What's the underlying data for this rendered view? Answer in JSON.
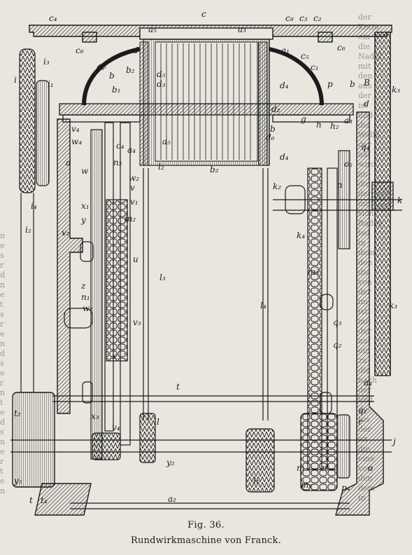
{
  "figure": {
    "number_label": "Fig. 36.",
    "title": "Rundwirkmaschine von Franck."
  },
  "bleed_through": {
    "right_column": [
      "der",
      "Kette",
      "ein",
      "die",
      "Nadel",
      "mit",
      "den",
      "aus",
      "der",
      "ist",
      "und",
      "die",
      "Welle",
      "der",
      "auf",
      "wird",
      "an",
      "die",
      "der",
      "mit",
      "sich",
      "Rades",
      "bei",
      "in",
      "dem",
      "den",
      "die",
      "von",
      "der",
      "im",
      "ist",
      "mit",
      "der",
      "auf",
      "ein",
      "zu",
      "die",
      "nach",
      "der",
      "und",
      "die",
      "bis",
      "der",
      "an",
      "die",
      "eine",
      "von",
      "den",
      "dem",
      "in"
    ],
    "left_column": [
      "n",
      "e",
      "s",
      "r",
      "d",
      "n",
      "e",
      "t",
      "s",
      "r",
      "e",
      "n",
      "d",
      "s",
      "e",
      "r",
      "n",
      "t",
      "e",
      "d",
      "s",
      "n",
      "e",
      "r",
      "t",
      "e",
      "n"
    ]
  },
  "labels": [
    {
      "id": "c4-top",
      "text": "c₄"
    },
    {
      "id": "c-top",
      "text": "c"
    },
    {
      "id": "c8",
      "text": "c₈"
    },
    {
      "id": "c3",
      "text": "c₃"
    },
    {
      "id": "c2",
      "text": "c₂"
    },
    {
      "id": "a5",
      "text": "a₅"
    },
    {
      "id": "a3",
      "text": "a₃"
    },
    {
      "id": "c6-left",
      "text": "c₆"
    },
    {
      "id": "c6-right",
      "text": "c₆"
    },
    {
      "id": "d-left",
      "text": "d"
    },
    {
      "id": "c5-left",
      "text": "c₅"
    },
    {
      "id": "a1",
      "text": "a₁"
    },
    {
      "id": "c5-right",
      "text": "c₅"
    },
    {
      "id": "i3",
      "text": "i₃"
    },
    {
      "id": "i",
      "text": "i"
    },
    {
      "id": "i1",
      "text": "i₁"
    },
    {
      "id": "c1-left",
      "text": "c₁"
    },
    {
      "id": "c1-right",
      "text": "c₁"
    },
    {
      "id": "k3-top",
      "text": "k₃"
    },
    {
      "id": "b-left",
      "text": "b"
    },
    {
      "id": "b1",
      "text": "b₁"
    },
    {
      "id": "d3",
      "text": "d₃"
    },
    {
      "id": "d5",
      "text": "d₅"
    },
    {
      "id": "b2-top",
      "text": "b₂"
    },
    {
      "id": "d4",
      "text": "d₄"
    },
    {
      "id": "p",
      "text": "p"
    },
    {
      "id": "b-right",
      "text": "b"
    },
    {
      "id": "B",
      "text": "B"
    },
    {
      "id": "d-right",
      "text": "d"
    },
    {
      "id": "g",
      "text": "g"
    },
    {
      "id": "h",
      "text": "h"
    },
    {
      "id": "h2",
      "text": "h₂"
    },
    {
      "id": "a-mid",
      "text": "a₃"
    },
    {
      "id": "d2",
      "text": "d₂"
    },
    {
      "id": "d6",
      "text": "d₆"
    },
    {
      "id": "v4-top",
      "text": "v₄"
    },
    {
      "id": "w4",
      "text": "w₄"
    },
    {
      "id": "c4-mid",
      "text": "c₄"
    },
    {
      "id": "a4",
      "text": "a₄"
    },
    {
      "id": "a-left",
      "text": "a"
    },
    {
      "id": "a5-mid",
      "text": "a₅"
    },
    {
      "id": "b-mid",
      "text": "b"
    },
    {
      "id": "d4b",
      "text": "d₄"
    },
    {
      "id": "q4",
      "text": "q₄"
    },
    {
      "id": "w",
      "text": "w"
    },
    {
      "id": "n2",
      "text": "n₂"
    },
    {
      "id": "b2",
      "text": "b₂"
    },
    {
      "id": "k2-mid",
      "text": "k₂"
    },
    {
      "id": "o2",
      "text": "o₂"
    },
    {
      "id": "i4",
      "text": "i₄"
    },
    {
      "id": "v",
      "text": "v"
    },
    {
      "id": "w2",
      "text": "w₂"
    },
    {
      "id": "n",
      "text": "n"
    },
    {
      "id": "k",
      "text": "k"
    },
    {
      "id": "x1",
      "text": "x₁"
    },
    {
      "id": "v1",
      "text": "v₁"
    },
    {
      "id": "l2",
      "text": "l₂"
    },
    {
      "id": "i2",
      "text": "i₂"
    },
    {
      "id": "y",
      "text": "y"
    },
    {
      "id": "k4",
      "text": "k₄"
    },
    {
      "id": "v2",
      "text": "v₂"
    },
    {
      "id": "l3",
      "text": "l₃"
    },
    {
      "id": "m2",
      "text": "m₂"
    },
    {
      "id": "k3",
      "text": "k₃"
    },
    {
      "id": "z",
      "text": "z"
    },
    {
      "id": "u",
      "text": "u"
    },
    {
      "id": "m3",
      "text": "m₃"
    },
    {
      "id": "l4",
      "text": "l₄"
    },
    {
      "id": "n1",
      "text": "n₁"
    },
    {
      "id": "v3",
      "text": "v₃"
    },
    {
      "id": "q3",
      "text": "q₃"
    },
    {
      "id": "w1",
      "text": "w₁"
    },
    {
      "id": "x",
      "text": "x"
    },
    {
      "id": "q2",
      "text": "q₂"
    },
    {
      "id": "t",
      "text": "t"
    },
    {
      "id": "q1",
      "text": "q₁"
    },
    {
      "id": "a4b",
      "text": "a₄"
    },
    {
      "id": "t2",
      "text": "t₂"
    },
    {
      "id": "x3",
      "text": "x₃"
    },
    {
      "id": "v4",
      "text": "v₄"
    },
    {
      "id": "l",
      "text": "l"
    },
    {
      "id": "j",
      "text": "j"
    },
    {
      "id": "r",
      "text": "r"
    },
    {
      "id": "y2",
      "text": "y₂"
    },
    {
      "id": "m",
      "text": "m"
    },
    {
      "id": "m1",
      "text": "m₁"
    },
    {
      "id": "n-low",
      "text": "n"
    },
    {
      "id": "p4",
      "text": "p₄"
    },
    {
      "id": "l1",
      "text": "l₁"
    },
    {
      "id": "y3",
      "text": "y₃"
    },
    {
      "id": "t-low",
      "text": "t"
    },
    {
      "id": "t4",
      "text": "t₄"
    },
    {
      "id": "a2",
      "text": "a₂"
    },
    {
      "id": "o",
      "text": "o"
    }
  ]
}
